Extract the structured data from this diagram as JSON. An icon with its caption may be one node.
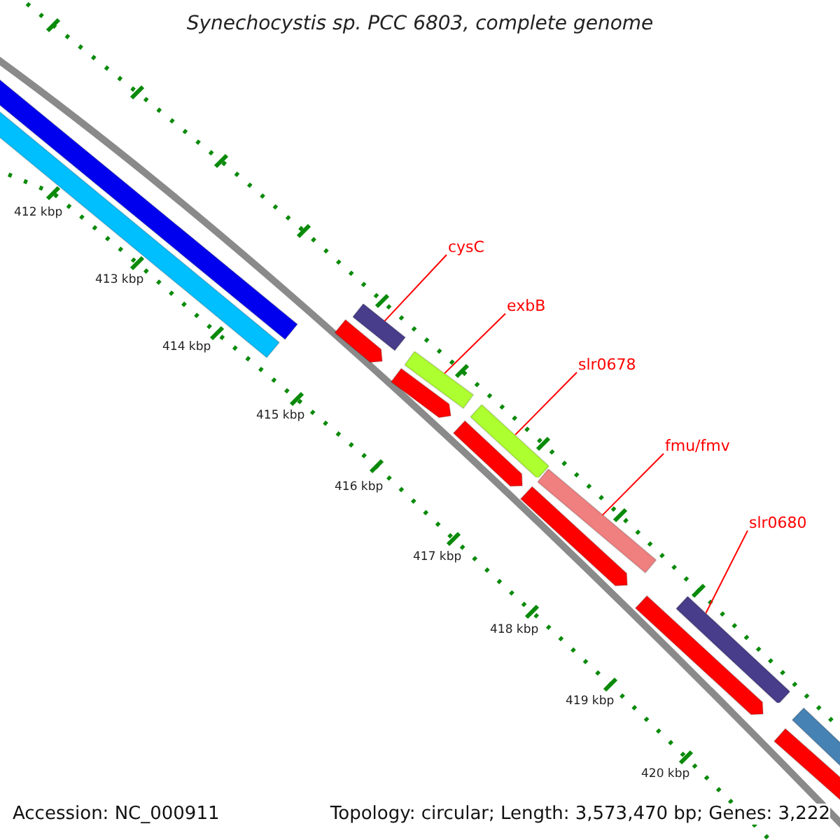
{
  "diagram": {
    "title": "Synechocystis sp. PCC 6803, complete genome",
    "nodes": [
      {
        "text": [
          "cysC"
        ]
      },
      {
        "text": [],
        "shape": "bar"
      },
      {
        "text": [
          "exbB"
        ]
      },
      {
        "text": [],
        "shape": "bar"
      },
      {
        "text": [
          "slr0678"
        ]
      },
      {
        "text": [],
        "shape": "bar"
      },
      {
        "text": [
          "fmu/fmv"
        ]
      },
      {
        "text": [],
        "shape": "bar"
      },
      {
        "text": [
          "slr0680"
        ]
      },
      {
        "text": [],
        "shape": "bar"
      }
    ],
    "edges": [
      {
        "from": 0,
        "to": 1,
        "arrow": "none"
      },
      {
        "from": 2,
        "to": 3,
        "arrow": "none"
      },
      {
        "from": 4,
        "to": 5,
        "arrow": "none"
      },
      {
        "from": 6,
        "to": 7,
        "arrow": "none"
      },
      {
        "from": 8,
        "to": 9,
        "arrow": "none"
      }
    ],
    "labels": [
      "412 kbp",
      "413 kbp",
      "414 kbp",
      "415 kbp",
      "416 kbp",
      "417 kbp",
      "418 kbp",
      "419 kbp",
      "420 kbp",
      "Accession: NC_000911",
      "Topology: circular; Length: 3,573,470 bp; Genes: 3,222"
    ]
  }
}
